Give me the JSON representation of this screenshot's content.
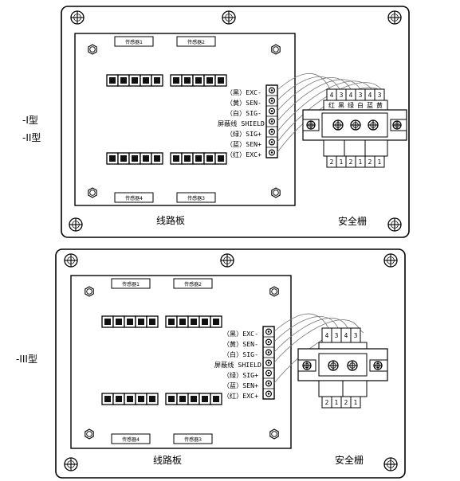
{
  "type_labels": [
    "-I型",
    "-II型",
    "-III型"
  ],
  "sensor_labels": [
    "传感器1",
    "传感器2",
    "传感器4",
    "传感器3"
  ],
  "wire_labels": [
    "（黑）EXC-",
    "（黄）SEN-",
    "（白）SIG-",
    "屏蔽线 SHIELD",
    "（绿）SIG+",
    "（蓝）SEN+",
    "（红）EXC+"
  ],
  "board_label": "线路板",
  "barrier_label": "安全栅",
  "barrier_top_numbers_a": [
    "4",
    "3",
    "4",
    "3",
    "4",
    "3"
  ],
  "barrier_color_labels": [
    "红",
    "黑",
    "绿",
    "白",
    "蓝",
    "黄"
  ],
  "barrier_bottom_numbers_a": [
    "2",
    "1",
    "2",
    "1",
    "2",
    "1"
  ],
  "barrier_top_numbers_b": [
    "4",
    "3",
    "4",
    "3"
  ],
  "barrier_bottom_numbers_b": [
    "2",
    "1",
    "2",
    "1"
  ],
  "colors": {
    "line": "#000000",
    "background": "#ffffff",
    "wire": "#777777"
  }
}
